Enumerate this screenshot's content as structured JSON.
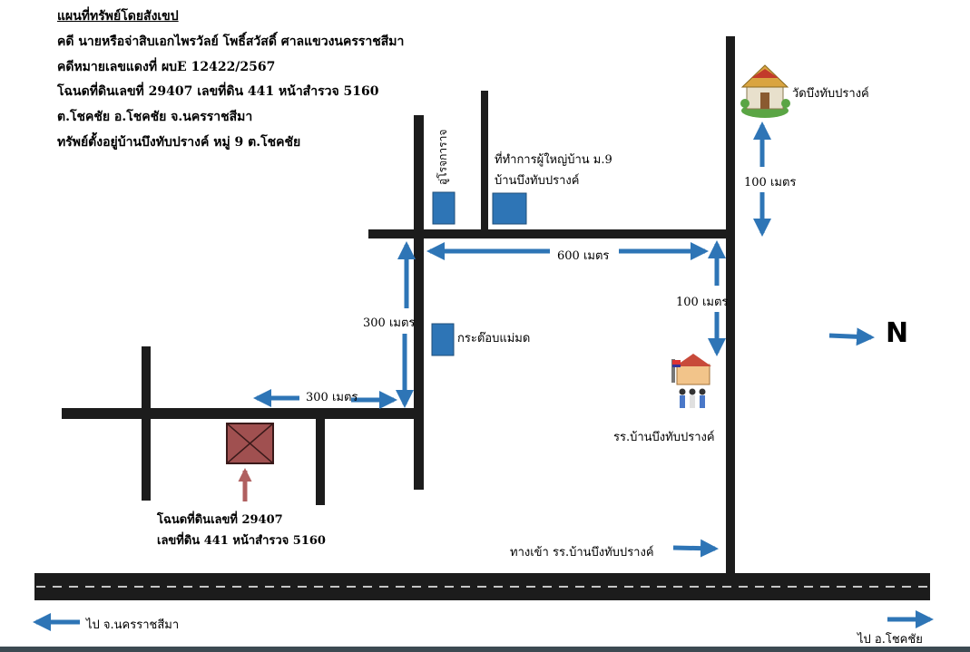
{
  "header": {
    "title": "แผนที่ทรัพย์โดยสังเขป",
    "line1": "คดี นายหรือจ่าสิบเอกไพรวัลย์ โพธิ์สวัสดิ์ ศาลแขวงนครราชสีมา",
    "line2": "คดีหมายเลขแดงที่ ผบE 12422/2567",
    "line3": "โฉนดที่ดินเลขที่ 29407 เลขที่ดิน 441 หน้าสำรวจ 5160",
    "line4": "ต.โชคชัย อ.โชคชัย จ.นครราชสีมา",
    "line5": "ทรัพย์ตั้งอยู่บ้านบึงทับปรางค์ หมู่ 9 ต.โชคชัย"
  },
  "places": {
    "temple": "วัดบึงทับปรางค์",
    "health_center": "อู่โรจการาจ",
    "village_office_line1": "ที่ทำการผู้ใหญ่บ้าน ม.9",
    "village_office_line2": "บ้านบึงทับปรางค์",
    "shop": "กระต๊อบแม่มด",
    "school": "รร.บ้านบึงทับปรางค์",
    "school_entrance": "ทางเข้า รร.บ้านบึงทับปรางค์",
    "property_line1": "โฉนดที่ดินเลขที่ 29407",
    "property_line2": "เลขที่ดิน 441 หน้าสำรวจ 5160"
  },
  "distances": {
    "temple": "100 เมตร",
    "east_road": "600 เมตร",
    "school": "100 เมตร",
    "north_road": "300 เมตร",
    "west_road": "300 เมตร"
  },
  "directions": {
    "left": "ไป จ.นครราชสีมา",
    "right": "ไป อ.โชคชัย",
    "north": "N"
  },
  "colors": {
    "road": "#1c1c1c",
    "arrow": "#2e75b6",
    "building": "#2e75b6",
    "property": "#a05050",
    "property_arrow": "#b06060"
  }
}
